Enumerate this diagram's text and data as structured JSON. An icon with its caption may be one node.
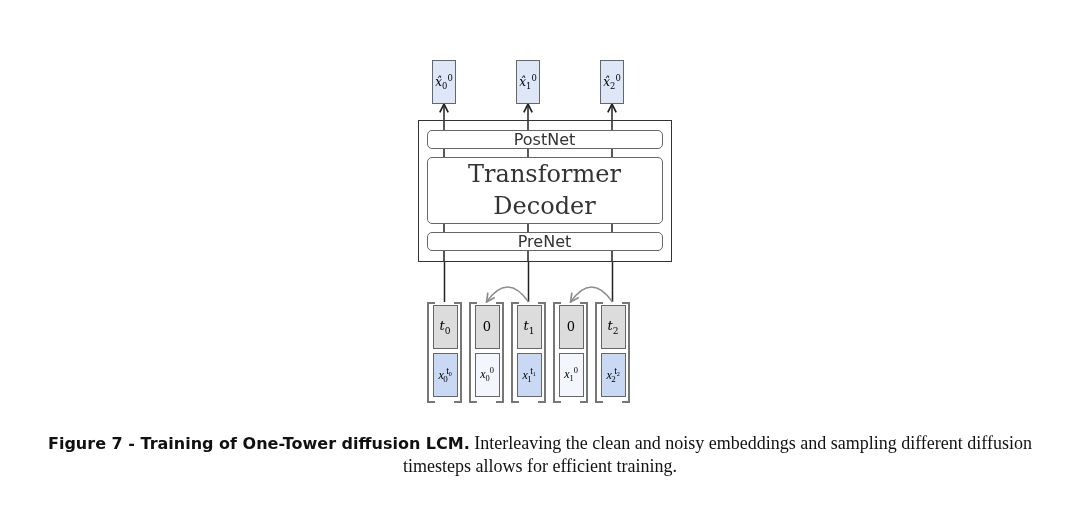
{
  "diagram": {
    "caption": "**Figure 7 - Training of One-Tower diffusion LCM.** Interleaving the clean and noisy embeddings and sampling different diffusion timesteps allows for efficient training.",
    "nodes": [
      {
        "text": [
          "*x̂*$_{0}$$^{0}$"
        ]
      },
      {
        "text": [
          "*x̂*$_{1}$$^{0}$"
        ]
      },
      {
        "text": [
          "*x̂*$_{2}$$^{0}$"
        ]
      },
      {
        "text": [],
        "shape": "box"
      },
      {
        "text": [
          "PostNet"
        ],
        "in": 3
      },
      {
        "text": [
          "Transformer Decoder"
        ],
        "in": 3
      },
      {
        "text": [
          "PreNet"
        ],
        "in": 3
      },
      {
        "text": [],
        "shape": "bracket"
      },
      {
        "text": [
          "*t*$_{0}$"
        ],
        "in": 7
      },
      {
        "text": [
          "*x*$_{0}$$^{t₀}$"
        ],
        "in": 7
      },
      {
        "text": [],
        "shape": "bracket"
      },
      {
        "text": [
          "0"
        ],
        "in": 10
      },
      {
        "text": [
          "*x*$_{0}$$^{0}$"
        ],
        "in": 10
      },
      {
        "text": [],
        "shape": "bracket"
      },
      {
        "text": [
          "*t*$_{1}$"
        ],
        "in": 13
      },
      {
        "text": [
          "*x*$_{1}$$^{t₁}$"
        ],
        "in": 13
      },
      {
        "text": [],
        "shape": "bracket"
      },
      {
        "text": [
          "0"
        ],
        "in": 16
      },
      {
        "text": [
          "*x*$_{1}$$^{0}$"
        ],
        "in": 16
      },
      {
        "text": [],
        "shape": "bracket"
      },
      {
        "text": [
          "*t*$_{2}$"
        ],
        "in": 19
      },
      {
        "text": [
          "*x*$_{2}$$^{t₂}$"
        ],
        "in": 19
      }
    ],
    "edges": [
      {
        "from": 7,
        "to": 3,
        "arrow": "none"
      },
      {
        "from": 13,
        "to": 3,
        "arrow": "none"
      },
      {
        "from": 19,
        "to": 3,
        "arrow": "none"
      },
      {
        "from": 3,
        "to": 0,
        "arrow": "to"
      },
      {
        "from": 3,
        "to": 1,
        "arrow": "to"
      },
      {
        "from": 3,
        "to": 2,
        "arrow": "to"
      },
      {
        "from": 13,
        "to": 10,
        "arrow": "to",
        "color": "#8c8c8c"
      },
      {
        "from": 19,
        "to": 16,
        "arrow": "to",
        "color": "#8c8c8c"
      }
    ]
  }
}
